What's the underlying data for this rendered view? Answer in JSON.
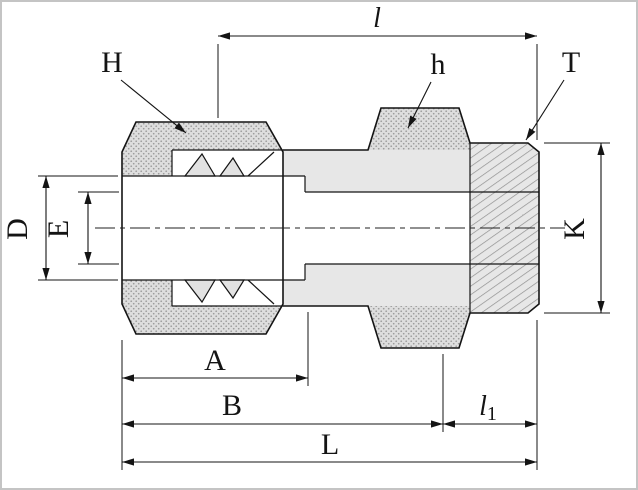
{
  "drawing": {
    "subject": "tube-fitting-male-connector-cross-section",
    "dimension_labels": {
      "l_top": "l",
      "H": "H",
      "h": "h",
      "T": "T",
      "D": "D",
      "E": "E",
      "K": "K",
      "A": "A",
      "B": "B",
      "l1_base": "l",
      "l1_sub": "1",
      "L": "L"
    },
    "colors": {
      "line": "#141414",
      "body_fill": "#e7e7e7",
      "knurl_dot": "#9b9b9b",
      "background": "#ffffff",
      "border": "#c4c4c4"
    }
  }
}
